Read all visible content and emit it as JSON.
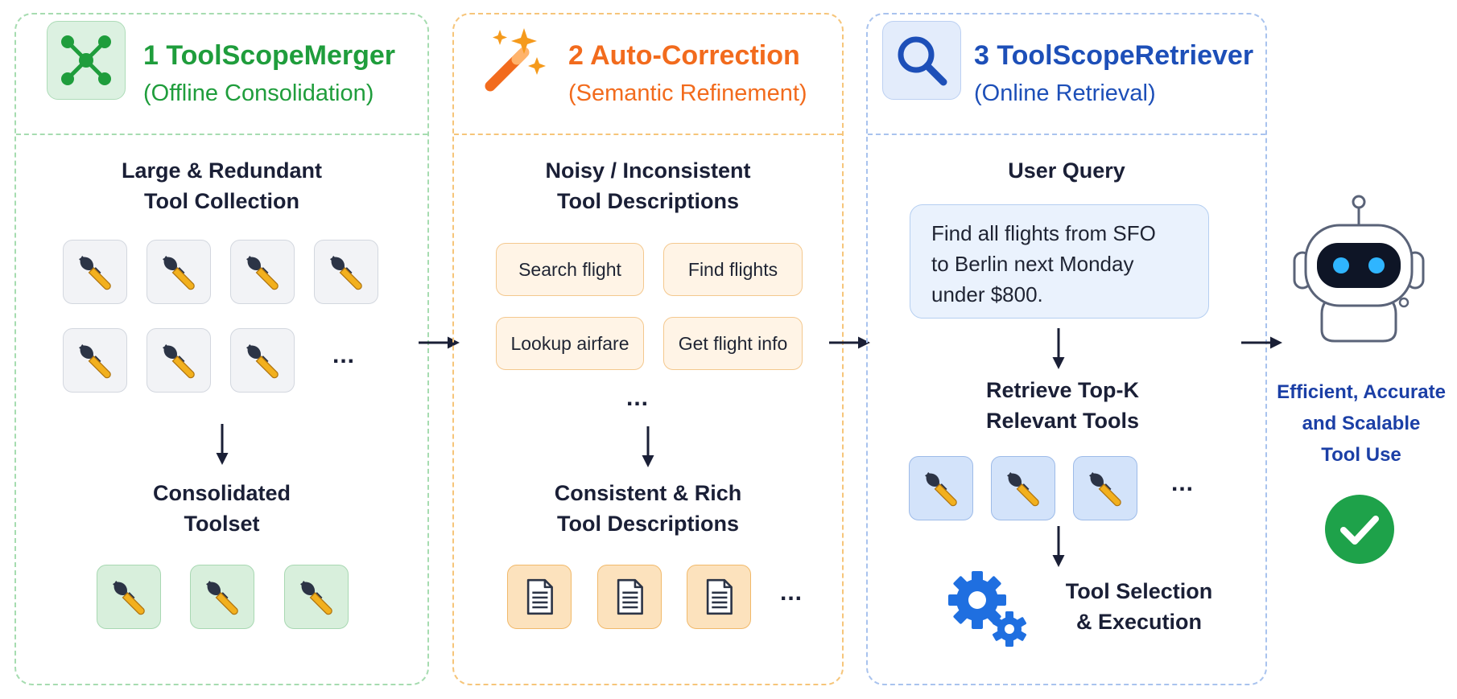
{
  "stages": [
    {
      "number": "1",
      "title": "ToolScopeMerger",
      "subtitle": "(Offline Consolidation)",
      "accent": "#1f9d3c",
      "input_label": [
        "Large & Redundant",
        "Tool Collection"
      ],
      "input_more": "...",
      "output_label": [
        "Consolidated",
        "Toolset"
      ]
    },
    {
      "number": "2",
      "title": "Auto-Correction",
      "subtitle": "(Semantic Refinement)",
      "accent": "#f26b1d",
      "input_label": [
        "Noisy / Inconsistent",
        "Tool Descriptions"
      ],
      "descriptions": [
        "Search flight",
        "Find flights",
        "Lookup airfare",
        "Get flight info"
      ],
      "input_more": "...",
      "output_label": [
        "Consistent & Rich",
        "Tool Descriptions"
      ],
      "output_more": "..."
    },
    {
      "number": "3",
      "title": "ToolScopeRetriever",
      "subtitle": "(Online Retrieval)",
      "accent": "#1d4fb8",
      "query_label": "User Query",
      "query_lines": [
        "Find all flights from SFO",
        "to Berlin next Monday",
        "under $800."
      ],
      "retrieve_label": [
        "Retrieve Top-K",
        "Relevant Tools"
      ],
      "retrieve_more": "...",
      "execute_label": [
        "Tool Selection",
        "& Execution"
      ]
    }
  ],
  "outcome": {
    "lines": [
      "Efficient, Accurate",
      "and Scalable",
      "Tool Use"
    ],
    "color": "#1b3fa6",
    "check_color": "#1ea24a"
  },
  "icons": {
    "stage1": "network-nodes-icon",
    "stage2": "magic-wand-icon",
    "stage3": "magnifier-icon",
    "tool": "wrench-icon",
    "doc": "document-icon",
    "gears": "gears-icon",
    "robot": "robot-icon",
    "check": "check-circle-icon"
  }
}
